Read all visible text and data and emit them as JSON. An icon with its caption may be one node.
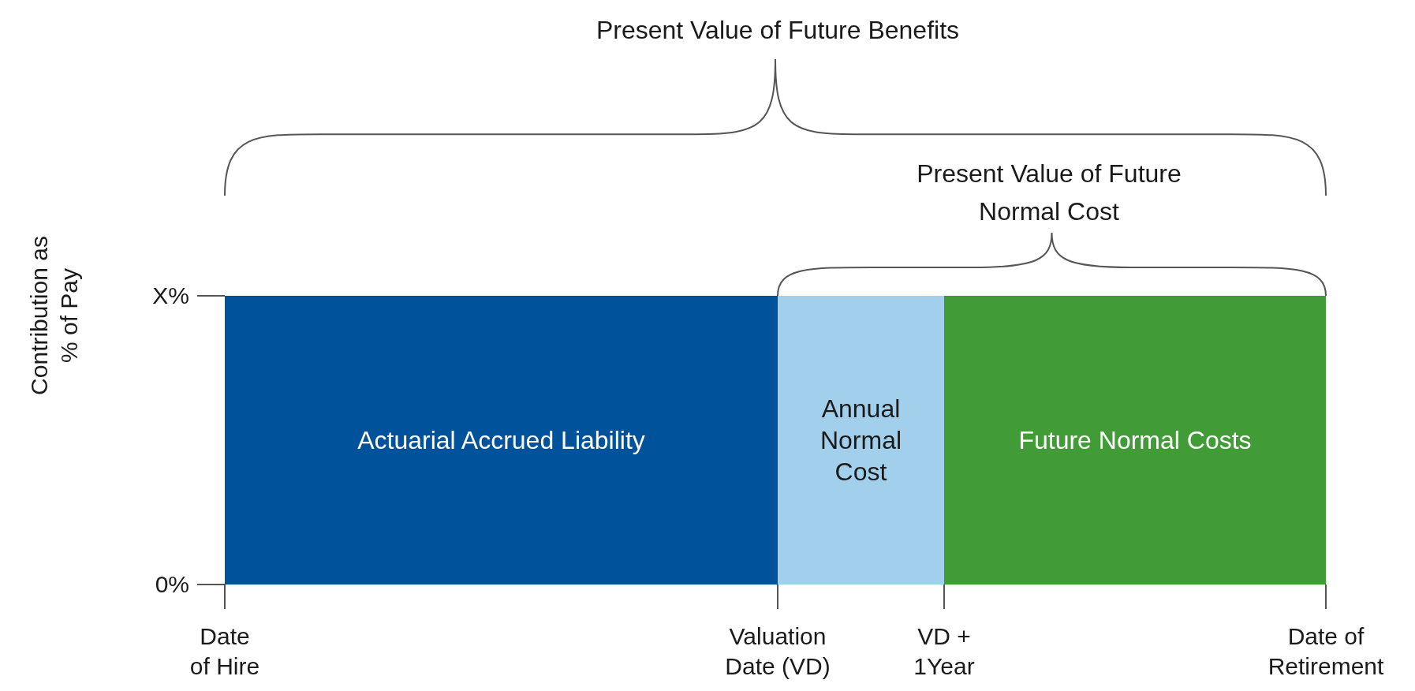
{
  "diagram": {
    "nodes": [
      {
        "text": [
          "Actuarial Accrued Liability"
        ]
      },
      {
        "text": [
          "Annual Normal Cost"
        ]
      },
      {
        "text": [
          "Future Normal Costs"
        ]
      }
    ],
    "labels": [
      "Present Value of Future Benefits",
      "Present Value of Future Normal Cost",
      "Contribution as % of Pay",
      "X%",
      "0%",
      "Date of Hire",
      "Valuation Date (VD)",
      "VD + 1Year",
      "Date of Retirement"
    ]
  }
}
